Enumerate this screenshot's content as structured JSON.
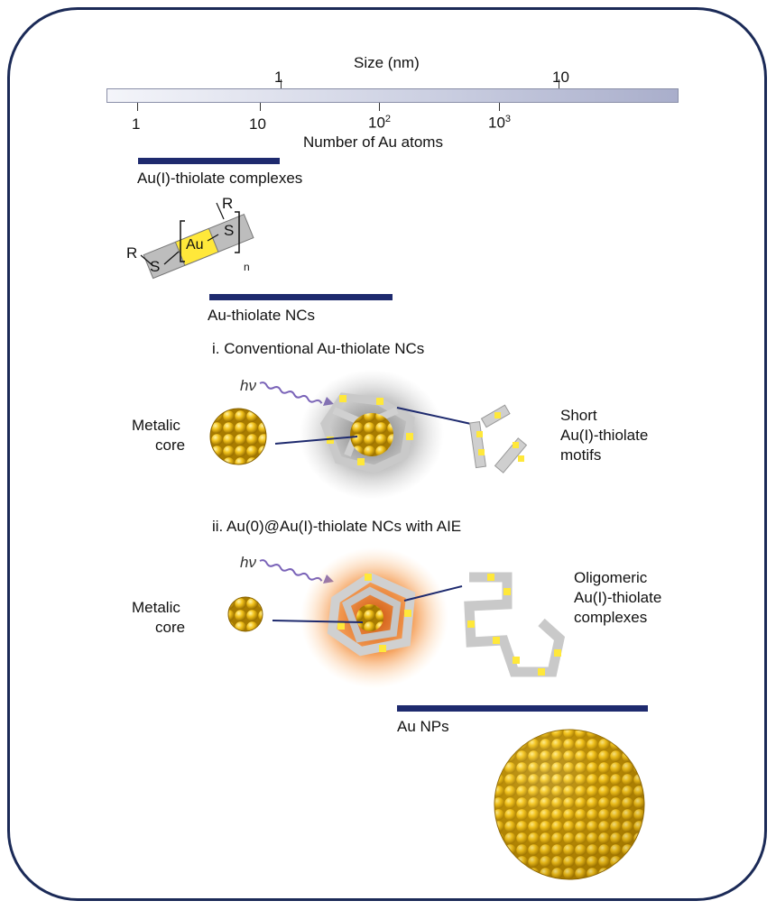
{
  "scale": {
    "size_label": "Size (nm)",
    "size_ticks": [
      "1",
      "10"
    ],
    "atoms_label": "Number of Au atoms",
    "atoms_ticks": [
      {
        "base": "1",
        "exp": ""
      },
      {
        "base": "10",
        "exp": ""
      },
      {
        "base": "10",
        "exp": "2"
      },
      {
        "base": "10",
        "exp": "3"
      }
    ]
  },
  "complexes": {
    "title": "Au(I)-thiolate complexes",
    "structure": {
      "r1": "R",
      "s1": "S",
      "au": "Au",
      "s2": "S",
      "r2": "R",
      "n": "n"
    }
  },
  "ncs": {
    "title": "Au-thiolate NCs",
    "conventional": {
      "heading": "i. Conventional Au-thiolate NCs",
      "hv": "hν",
      "core_label_1": "Metalic",
      "core_label_2": "core",
      "motif_label_1": "Short",
      "motif_label_2": "Au(I)-thiolate",
      "motif_label_3": "motifs"
    },
    "aie": {
      "heading": "ii. Au(0)@Au(I)-thiolate NCs with AIE",
      "hv": "hν",
      "core_label_1": "Metalic",
      "core_label_2": "core",
      "motif_label_1": "Oligomeric",
      "motif_label_2": "Au(I)-thiolate",
      "motif_label_3": "complexes"
    }
  },
  "nps": {
    "title": "Au NPs"
  },
  "colors": {
    "bar": "#1e2a6e",
    "gold": "#f2c21b",
    "glow": "#f07a1a"
  }
}
